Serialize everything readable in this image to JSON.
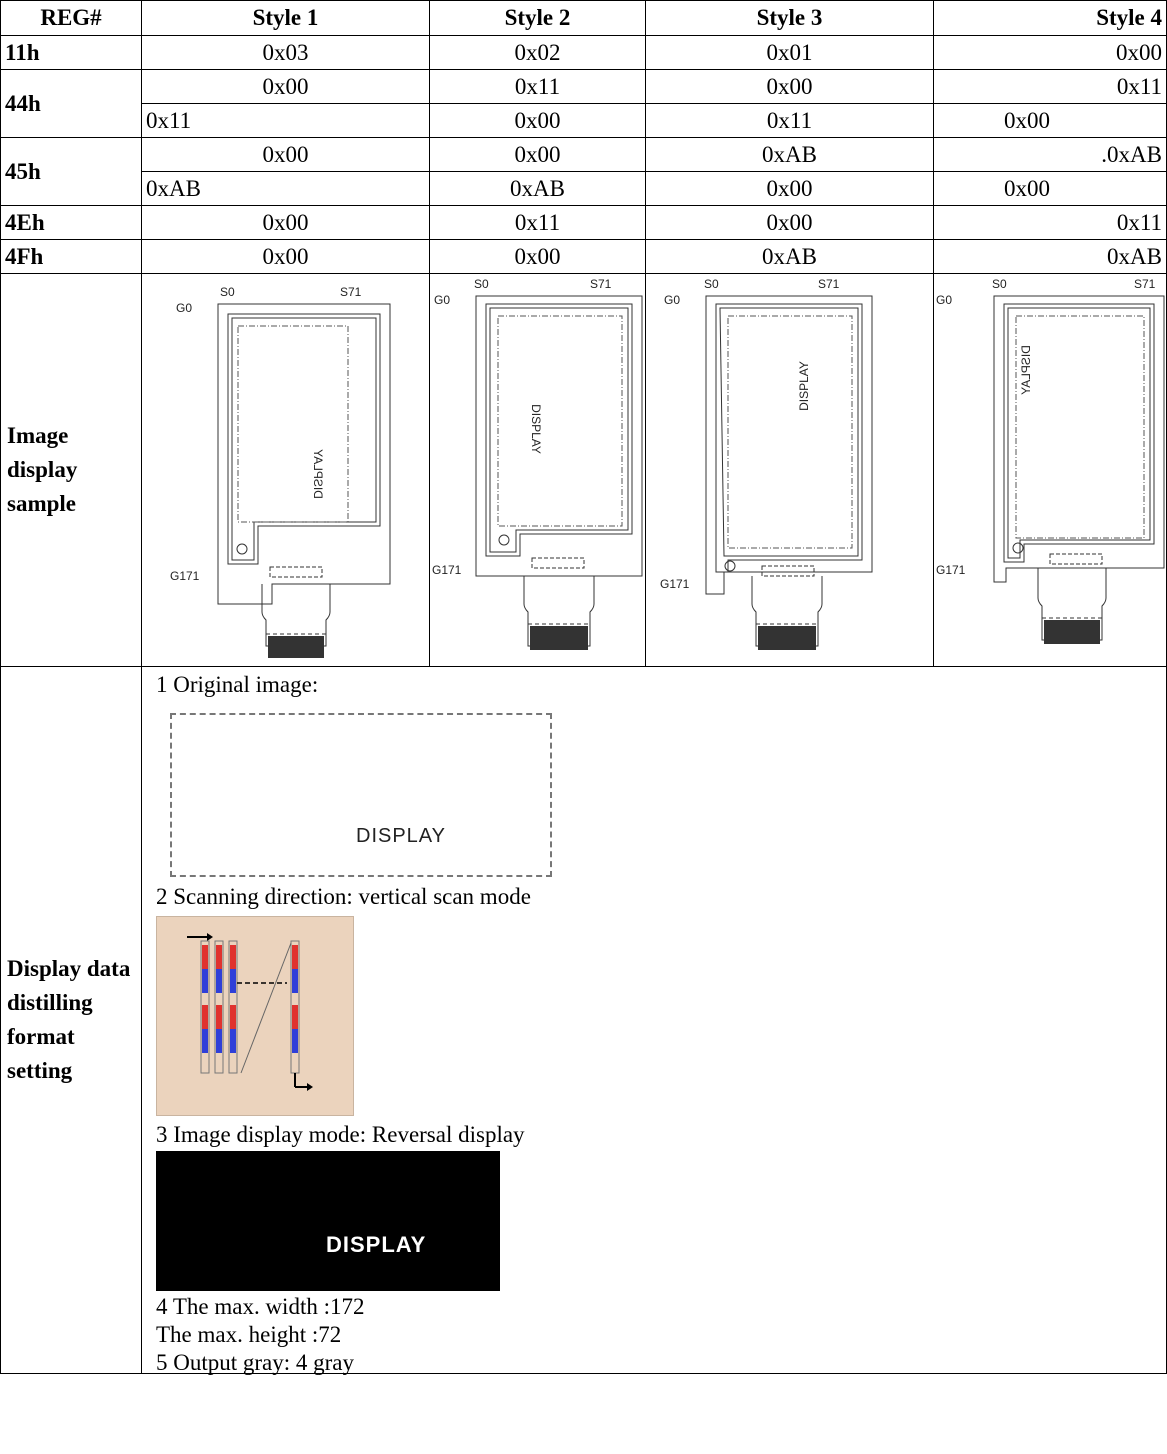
{
  "header": {
    "reg": "REG#",
    "styles": [
      "Style 1",
      "Style 2",
      "Style 3",
      "Style 4"
    ]
  },
  "rows": {
    "r11h": {
      "reg": "11h",
      "values": [
        "0x03",
        "0x02",
        "0x01",
        "0x00"
      ]
    },
    "r44h": {
      "reg": "44h",
      "top": [
        "0x00",
        "0x11",
        "0x00",
        "0x11"
      ],
      "bottom": [
        "0x11",
        "0x00",
        "0x11",
        "0x00"
      ]
    },
    "r45h": {
      "reg": "45h",
      "top": [
        "0x00",
        "0x00",
        "0xAB",
        ".0xAB"
      ],
      "bottom": [
        "0xAB",
        "0xAB",
        "0x00",
        "0x00"
      ]
    },
    "r4Eh": {
      "reg": "4Eh",
      "values": [
        "0x00",
        "0x11",
        "0x00",
        "0x11"
      ]
    },
    "r4Fh": {
      "reg": "4Fh",
      "values": [
        "0x00",
        "0x00",
        "0xAB",
        "0xAB"
      ]
    }
  },
  "image_display": {
    "label": "Image display sample",
    "pin_labels": {
      "s0": "S0",
      "s71": "S71",
      "g0": "G0",
      "g171": "G171"
    },
    "display_text": "DISPLAY"
  },
  "format_setting": {
    "label": "Display data distilling format setting",
    "step1": "1 Original image:",
    "step2": "2 Scanning direction: vertical scan mode",
    "step3": "3 Image display mode: Reversal display",
    "step4a": "4 The max. width :172",
    "step4b": "The max. height :72",
    "step5": "5 Output gray: 4 gray",
    "display_text": "DISPLAY"
  },
  "colors": {
    "scan_bg": "#ebd3bd",
    "scan_red": "#e0322e",
    "scan_blue": "#2f3fd8"
  }
}
